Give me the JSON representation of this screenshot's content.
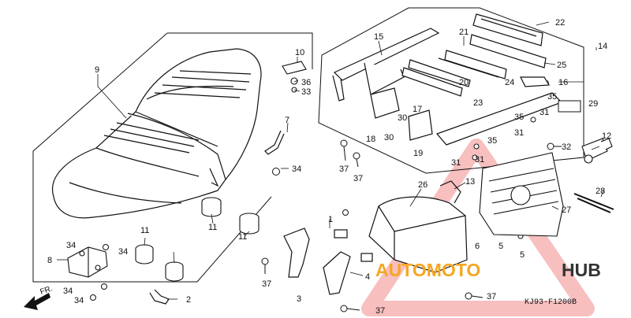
{
  "diagram_code": "KJ93-F1200B",
  "direction_label": "FR.",
  "watermark": {
    "part1": "AUTOMOTO",
    "part2": "HUB"
  },
  "colors": {
    "line": "#111111",
    "watermark_red": "#e8443a",
    "watermark_orange": "#f5a623",
    "watermark_dark": "#333333",
    "triangle": "#f28a8a"
  },
  "callouts": [
    {
      "id": "c9",
      "text": "9"
    },
    {
      "id": "c10",
      "text": "10"
    },
    {
      "id": "c36",
      "text": "36"
    },
    {
      "id": "c33",
      "text": "33"
    },
    {
      "id": "c7",
      "text": "7"
    },
    {
      "id": "c34a",
      "text": "34"
    },
    {
      "id": "c15",
      "text": "15"
    },
    {
      "id": "c21",
      "text": "21"
    },
    {
      "id": "c22",
      "text": "22"
    },
    {
      "id": "c25",
      "text": "25"
    },
    {
      "id": "c20",
      "text": "20"
    },
    {
      "id": "c24",
      "text": "24"
    },
    {
      "id": "c16",
      "text": "16"
    },
    {
      "id": "c14",
      "text": "14"
    },
    {
      "id": "c17",
      "text": "17"
    },
    {
      "id": "c23",
      "text": "23"
    },
    {
      "id": "c35a",
      "text": "35"
    },
    {
      "id": "c29",
      "text": "29"
    },
    {
      "id": "c30a",
      "text": "30"
    },
    {
      "id": "c30b",
      "text": "30"
    },
    {
      "id": "c35b",
      "text": "35"
    },
    {
      "id": "c31a",
      "text": "31"
    },
    {
      "id": "c31b",
      "text": "31"
    },
    {
      "id": "c18",
      "text": "18"
    },
    {
      "id": "c19",
      "text": "19"
    },
    {
      "id": "c35c",
      "text": "35"
    },
    {
      "id": "c31c",
      "text": "31"
    },
    {
      "id": "c31d",
      "text": "31"
    },
    {
      "id": "c12",
      "text": "12"
    },
    {
      "id": "c32",
      "text": "32"
    },
    {
      "id": "c37a",
      "text": "37"
    },
    {
      "id": "c37b",
      "text": "37"
    },
    {
      "id": "c13",
      "text": "13"
    },
    {
      "id": "c26",
      "text": "26"
    },
    {
      "id": "c28",
      "text": "28"
    },
    {
      "id": "c27",
      "text": "27"
    },
    {
      "id": "c11a",
      "text": "11"
    },
    {
      "id": "c11b",
      "text": "11"
    },
    {
      "id": "c11c",
      "text": "11"
    },
    {
      "id": "c34b",
      "text": "34"
    },
    {
      "id": "c34c",
      "text": "34"
    },
    {
      "id": "c8",
      "text": "8"
    },
    {
      "id": "c34d",
      "text": "34"
    },
    {
      "id": "c34e",
      "text": "34"
    },
    {
      "id": "c2",
      "text": "2"
    },
    {
      "id": "c1",
      "text": "1"
    },
    {
      "id": "c4",
      "text": "4"
    },
    {
      "id": "c3",
      "text": "3"
    },
    {
      "id": "c37c",
      "text": "37"
    },
    {
      "id": "c37d",
      "text": "37"
    },
    {
      "id": "c37e",
      "text": "37"
    },
    {
      "id": "c6",
      "text": "6"
    },
    {
      "id": "c5a",
      "text": "5"
    },
    {
      "id": "c5b",
      "text": "5"
    }
  ]
}
